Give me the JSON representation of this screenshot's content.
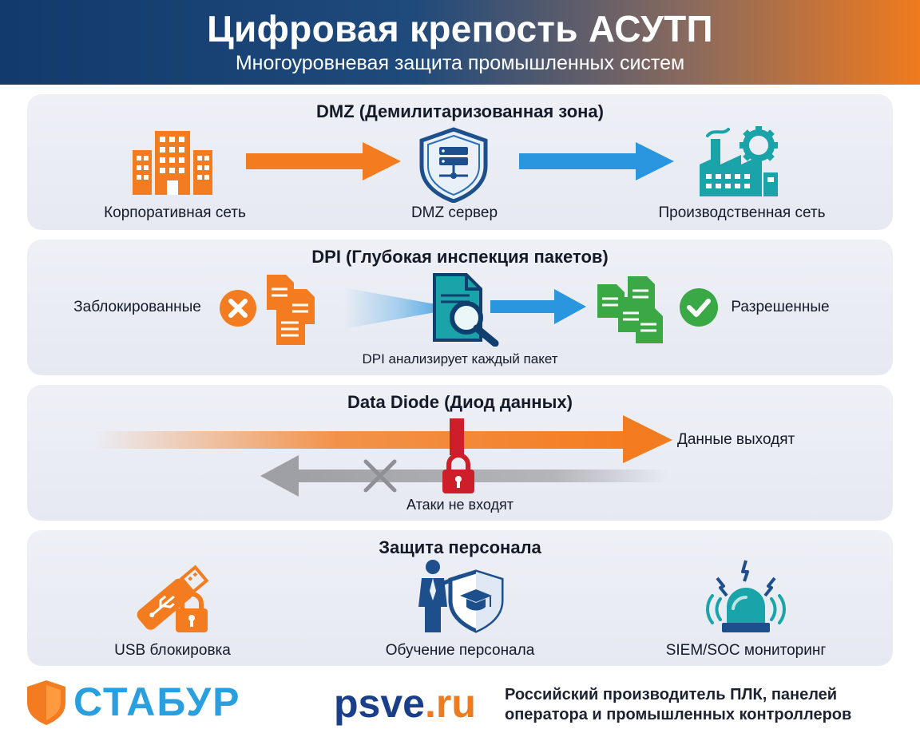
{
  "header": {
    "title": "Цифровая крепость АСУТП",
    "subtitle": "Многоуровневая защита промышленных систем"
  },
  "dmz": {
    "title": "DMZ (Демилитаризованная зона)",
    "corp_label": "Корпоративная сеть",
    "server_label": "DMZ сервер",
    "prod_label": "Производственная сеть"
  },
  "dpi": {
    "title": "DPI (Глубокая инспекция пакетов)",
    "blocked_label": "Заблокированные",
    "allowed_label": "Разрешенные",
    "caption": "DPI анализирует каждый пакет"
  },
  "diode": {
    "title": "Data Diode (Диод данных)",
    "out_label": "Данные выходят",
    "in_label": "Атаки не входят"
  },
  "staff": {
    "title": "Защита персонала",
    "usb_label": "USB блокировка",
    "training_label": "Обучение персонала",
    "siem_label": "SIEM/SOC мониторинг"
  },
  "footer": {
    "brand": "СТАБУР",
    "site_main": "psve",
    "site_tld": ".ru",
    "tagline_line1": "Российский производитель ПЛК, панелей",
    "tagline_line2": "оператора и промышленных контроллеров"
  },
  "colors": {
    "orange": "#f47c20",
    "blue": "#2a96e0",
    "navy": "#1d4f8c",
    "teal": "#1aa3a8",
    "green": "#3aa844",
    "red": "#cc1f2a",
    "gray": "#a6a8ad"
  }
}
